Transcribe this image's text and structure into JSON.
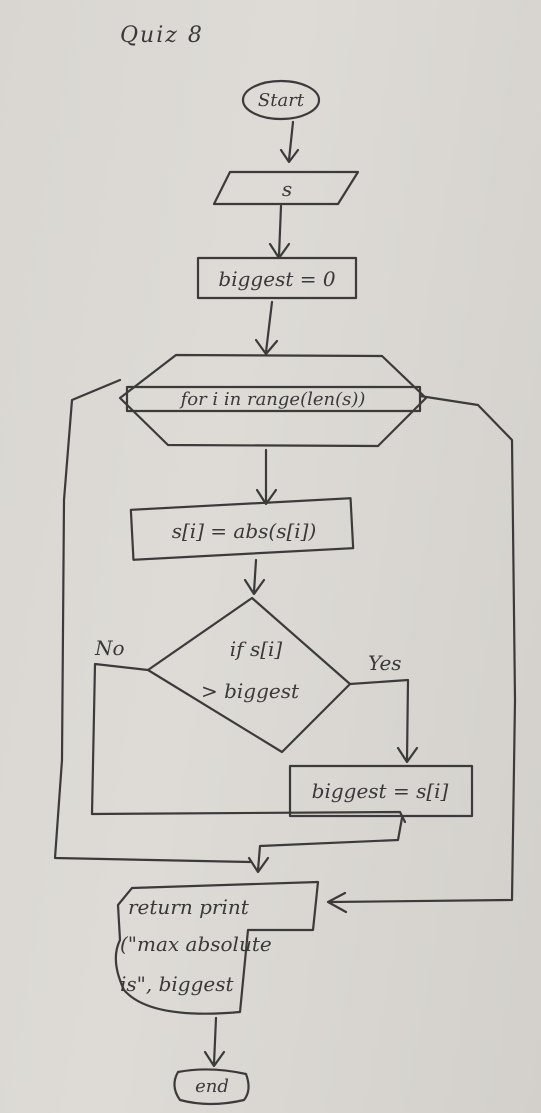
{
  "title": "Quiz 8",
  "nodes": {
    "start": "Start",
    "input": "s",
    "init": "biggest = 0",
    "loop": "for i in range(len(s))",
    "abs_assign": "s[i] = abs(s[i])",
    "decision": [
      "if s[i]",
      "> biggest"
    ],
    "update": "biggest = s[i]",
    "output": [
      "return print",
      "(\"max absolute",
      "is\", biggest"
    ],
    "end": "end"
  },
  "edge_labels": {
    "no": "No",
    "yes": "Yes"
  }
}
